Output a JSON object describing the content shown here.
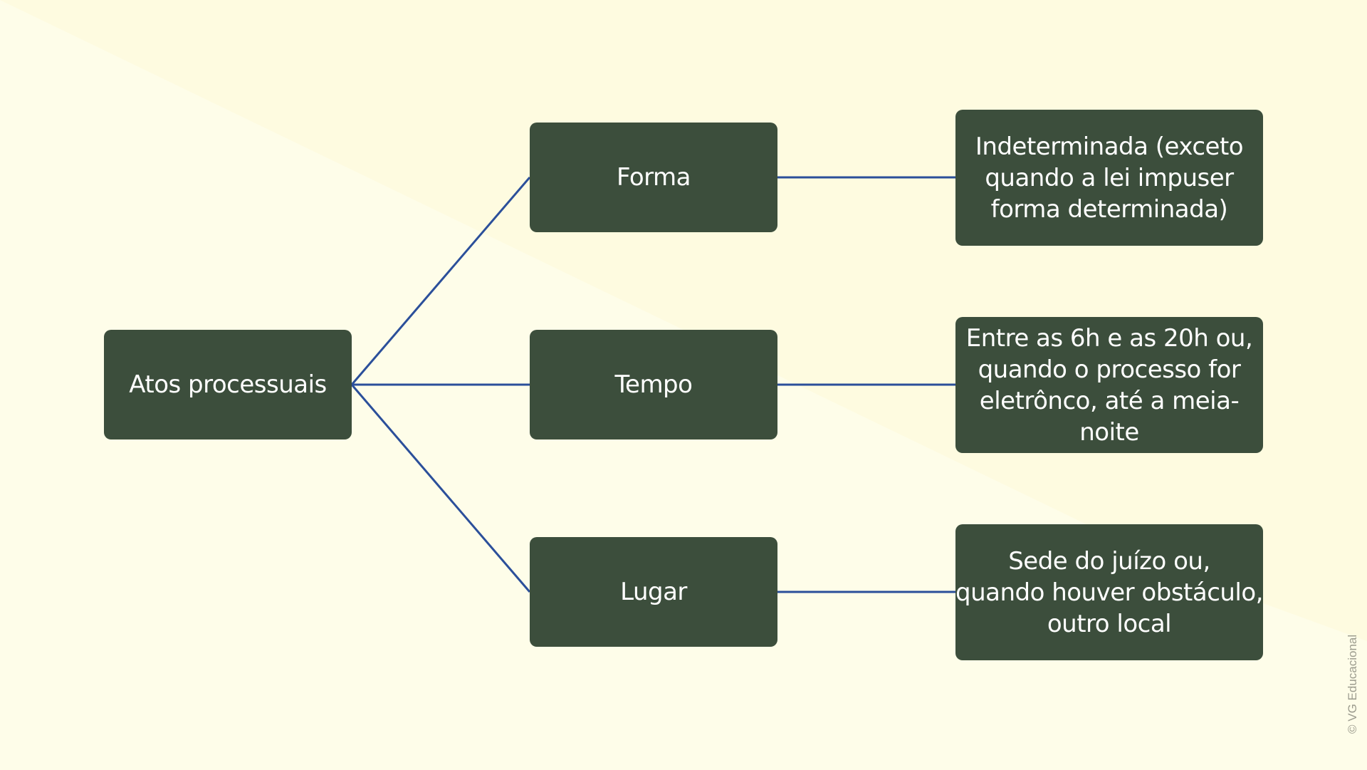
{
  "diagram": {
    "root": {
      "label": "Atos processuais"
    },
    "branches": [
      {
        "label": "Forma",
        "detail": "Indeterminada (exceto\nquando a lei impuser\nforma determinada)"
      },
      {
        "label": "Tempo",
        "detail": "Entre as 6h e as 20h ou,\nquando o processo for\neletrônco,  até a meia-noite"
      },
      {
        "label": "Lugar",
        "detail": "Sede do juízo ou,\nquando houver obstáculo,\noutro local"
      }
    ]
  },
  "watermark": "© VG Educacional",
  "colors": {
    "background": "#fefde9",
    "background_light": "#fefbdf",
    "box_fill": "#3c4e3c",
    "box_text": "#ffffff",
    "connector": "#2b4f9a"
  }
}
